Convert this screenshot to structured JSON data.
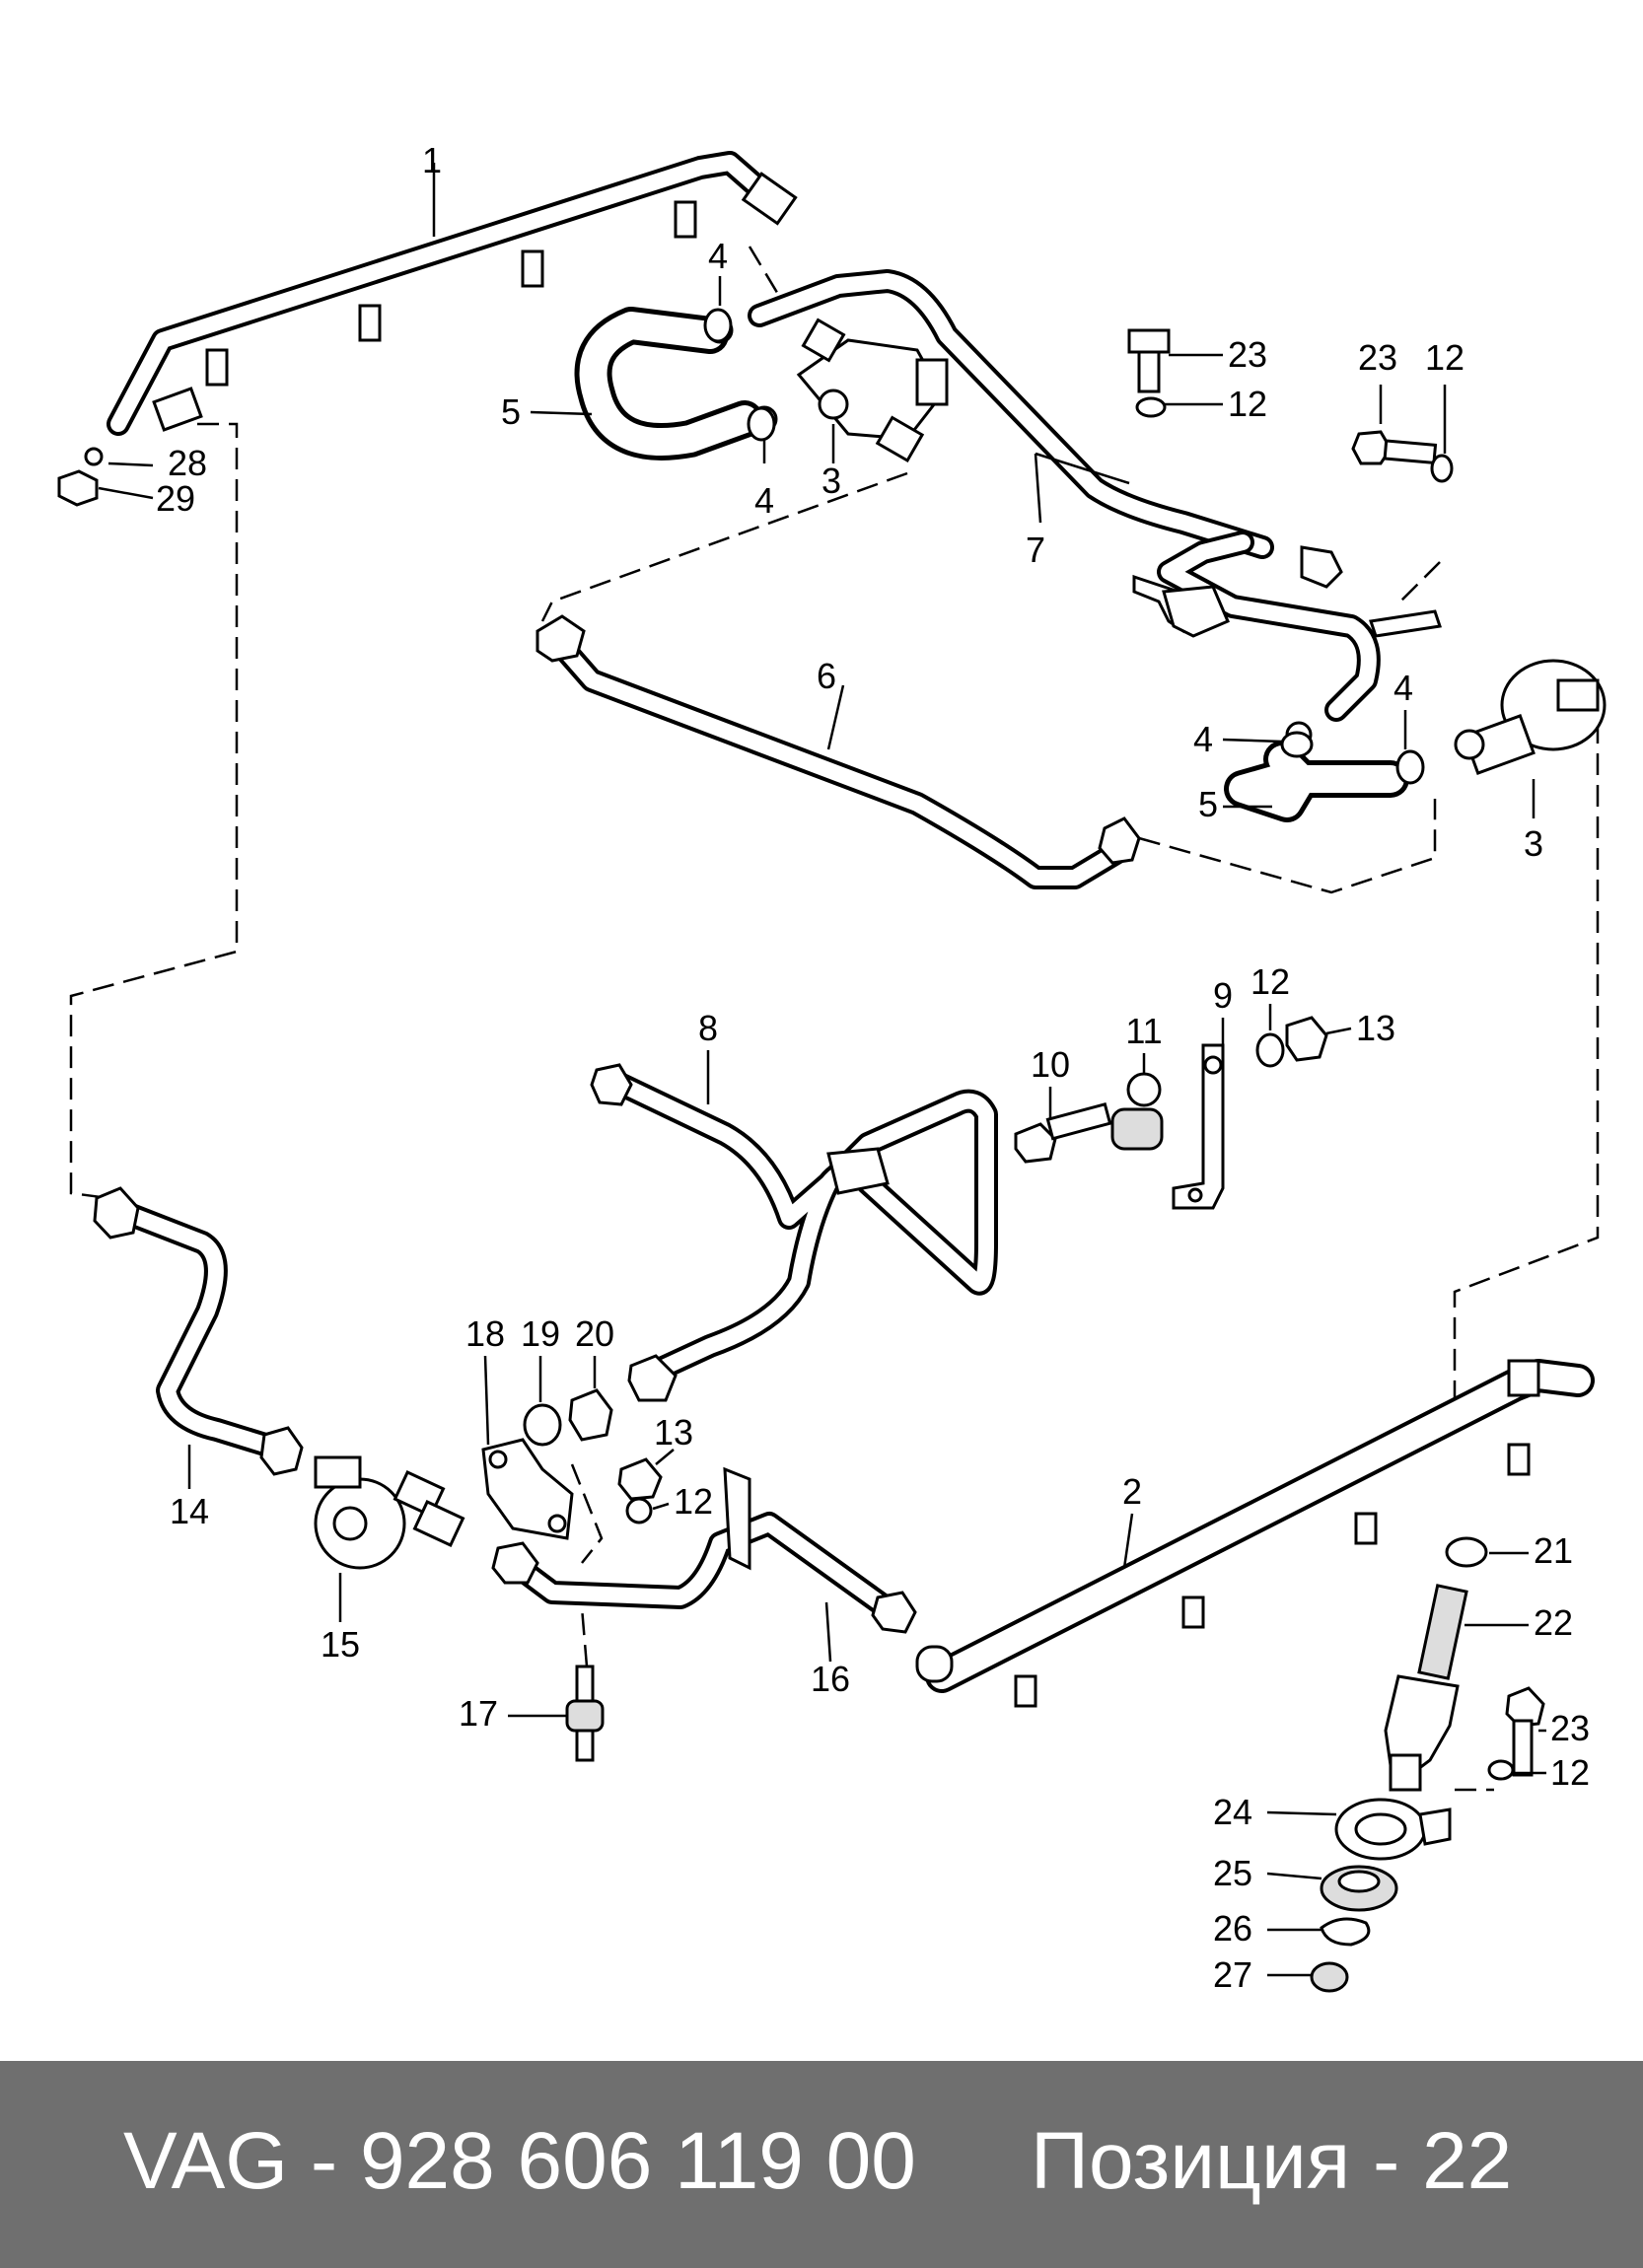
{
  "diagram": {
    "callouts": {
      "c1": "1",
      "c2": "2",
      "c3a": "3",
      "c3b": "3",
      "c4a": "4",
      "c4b": "4",
      "c4c": "4",
      "c4d": "4",
      "c5a": "5",
      "c5b": "5",
      "c6": "6",
      "c7": "7",
      "c8": "8",
      "c9": "9",
      "c10": "10",
      "c11": "11",
      "c12a": "12",
      "c12b": "12",
      "c12c": "12",
      "c12d": "12",
      "c12e": "12",
      "c13a": "13",
      "c13b": "13",
      "c14": "14",
      "c15": "15",
      "c16": "16",
      "c17": "17",
      "c18": "18",
      "c19": "19",
      "c20": "20",
      "c21": "21",
      "c22": "22",
      "c23a": "23",
      "c23b": "23",
      "c23c": "23",
      "c24": "24",
      "c25": "25",
      "c26": "26",
      "c27": "27",
      "c28": "28",
      "c29": "29"
    }
  },
  "footer": {
    "part_number": "VAG - 928 606 119 00",
    "position": "Позиция - 22"
  }
}
